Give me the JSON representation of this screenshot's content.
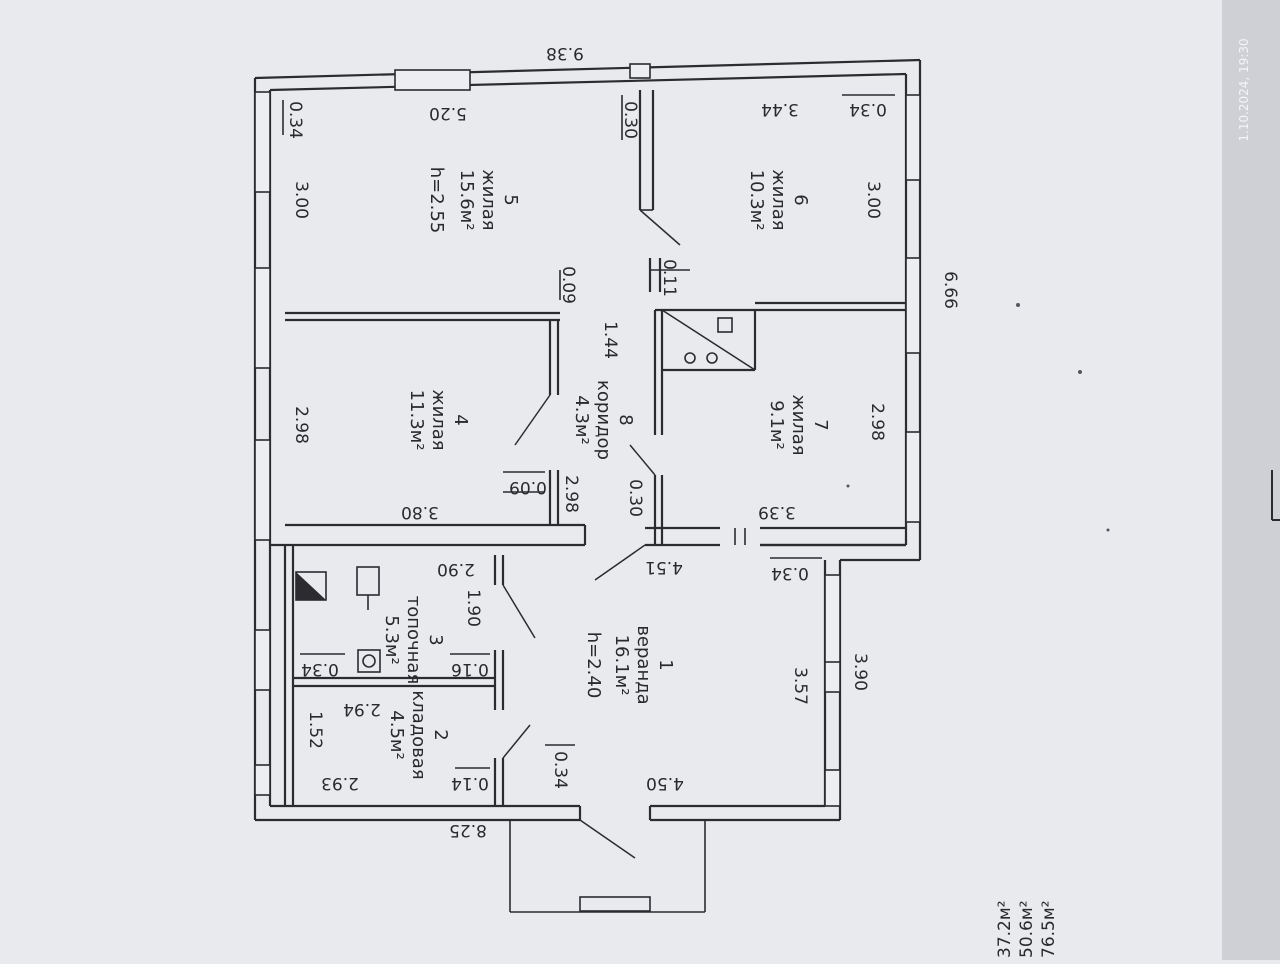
{
  "timestamp": "1.10.2024, 19:30",
  "rooms": [
    {
      "num": "1",
      "name": "веранда",
      "area": "16.1м²",
      "height": "h=2.40"
    },
    {
      "num": "2",
      "name": "кладовая",
      "area": "4.5м²"
    },
    {
      "num": "3",
      "name": "топочная",
      "area": "5.3м²"
    },
    {
      "num": "4",
      "name": "жилая",
      "area": "11.3м²"
    },
    {
      "num": "5",
      "name": "жилая",
      "area": "15.6м²",
      "height": "h=2.55"
    },
    {
      "num": "6",
      "name": "жилая",
      "area": "10.3м²"
    },
    {
      "num": "7",
      "name": "жилая",
      "area": "9.1м²"
    },
    {
      "num": "8",
      "name": "коридор",
      "area": "4.3м²"
    }
  ],
  "dimensions": {
    "overall_right": "9.38",
    "overall_bottom": "6.66",
    "overall_left": "8.25",
    "veranda_bottom": "3.90",
    "r5_width": "5.20",
    "r5_inner": "3.00",
    "r5_top": "0.34",
    "r5_partition": "0.30",
    "r5_r4_wall": "0.09",
    "r6_width": "3.44",
    "r6_inner": "3.00",
    "r6_side": "0.34",
    "r6_partition": "0.11",
    "corridor_len": "1.44",
    "r4_height": "2.98",
    "r4_width": "3.80",
    "r4_wall": "0.09",
    "r4_side": "2.98",
    "corridor_wall": "0.30",
    "r7_width": "3.39",
    "r7_height": "2.98",
    "corridor_span": "4.51",
    "veranda_side": "0.34",
    "r3_width": "2.90",
    "r3_depth": "1.90",
    "r3_wall": "0.34",
    "r3_partition": "0.16",
    "r2_width": "2.94",
    "r2_depth": "1.52",
    "r2_wall": "0.14",
    "r2_len": "2.93",
    "veranda_wall": "0.34",
    "veranda_width": "4.50",
    "veranda_depth": "3.57"
  },
  "totals": [
    "37.2м²",
    "50.6м²",
    "76.5м²"
  ]
}
